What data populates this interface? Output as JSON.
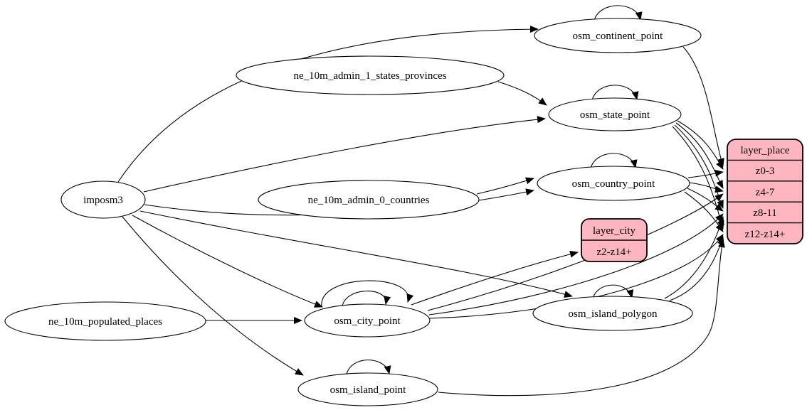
{
  "diagram": {
    "kind": "etl-dependency-graph",
    "colors": {
      "background": "#ffffff",
      "node_fill": "#ffffff",
      "layer_record_fill": "#ffb6c1",
      "stroke": "#000000"
    },
    "nodes": {
      "imposm3": {
        "label": "imposm3"
      },
      "ne_10m_admin_1_states_provinces": {
        "label": "ne_10m_admin_1_states_provinces"
      },
      "ne_10m_admin_0_countries": {
        "label": "ne_10m_admin_0_countries"
      },
      "ne_10m_populated_places": {
        "label": "ne_10m_populated_places"
      },
      "osm_continent_point": {
        "label": "osm_continent_point"
      },
      "osm_state_point": {
        "label": "osm_state_point"
      },
      "osm_country_point": {
        "label": "osm_country_point"
      },
      "osm_city_point": {
        "label": "osm_city_point"
      },
      "osm_island_polygon": {
        "label": "osm_island_polygon"
      },
      "osm_island_point": {
        "label": "osm_island_point"
      },
      "layer_city": {
        "title": "layer_city",
        "rows": [
          "z2-z14+"
        ]
      },
      "layer_place": {
        "title": "layer_place",
        "rows": [
          "z0-3",
          "z4-7",
          "z8-11",
          "z12-z14+"
        ]
      }
    },
    "edges": [
      {
        "from": "imposm3",
        "to": "osm_continent_point"
      },
      {
        "from": "imposm3",
        "to": "osm_state_point"
      },
      {
        "from": "imposm3",
        "to": "osm_country_point"
      },
      {
        "from": "imposm3",
        "to": "osm_city_point"
      },
      {
        "from": "imposm3",
        "to": "osm_island_polygon"
      },
      {
        "from": "imposm3",
        "to": "osm_island_point"
      },
      {
        "from": "ne_10m_admin_1_states_provinces",
        "to": "osm_state_point"
      },
      {
        "from": "ne_10m_admin_0_countries",
        "to": "osm_country_point"
      },
      {
        "from": "ne_10m_populated_places",
        "to": "osm_city_point"
      },
      {
        "from": "osm_continent_point",
        "to": "osm_continent_point"
      },
      {
        "from": "osm_state_point",
        "to": "osm_state_point"
      },
      {
        "from": "osm_country_point",
        "to": "osm_country_point"
      },
      {
        "from": "osm_city_point",
        "to": "osm_city_point"
      },
      {
        "from": "osm_city_point",
        "to": "osm_city_point"
      },
      {
        "from": "osm_island_polygon",
        "to": "osm_island_polygon"
      },
      {
        "from": "osm_island_point",
        "to": "osm_island_point"
      },
      {
        "from": "osm_continent_point",
        "to": "layer_place",
        "port": "z0-3"
      },
      {
        "from": "osm_state_point",
        "to": "layer_place",
        "port": "z0-3"
      },
      {
        "from": "osm_country_point",
        "to": "layer_place",
        "port": "z0-3"
      },
      {
        "from": "osm_state_point",
        "to": "layer_place",
        "port": "z4-7"
      },
      {
        "from": "osm_country_point",
        "to": "layer_place",
        "port": "z4-7"
      },
      {
        "from": "osm_city_point",
        "to": "layer_place",
        "port": "z4-7"
      },
      {
        "from": "osm_state_point",
        "to": "layer_place",
        "port": "z8-11"
      },
      {
        "from": "osm_country_point",
        "to": "layer_place",
        "port": "z8-11"
      },
      {
        "from": "osm_city_point",
        "to": "layer_place",
        "port": "z8-11"
      },
      {
        "from": "osm_island_polygon",
        "to": "layer_place",
        "port": "z8-11"
      },
      {
        "from": "osm_state_point",
        "to": "layer_place",
        "port": "z12-z14+"
      },
      {
        "from": "osm_country_point",
        "to": "layer_place",
        "port": "z12-z14+"
      },
      {
        "from": "osm_city_point",
        "to": "layer_place",
        "port": "z12-z14+"
      },
      {
        "from": "osm_island_polygon",
        "to": "layer_place",
        "port": "z12-z14+"
      },
      {
        "from": "osm_island_point",
        "to": "layer_place",
        "port": "z12-z14+"
      },
      {
        "from": "osm_city_point",
        "to": "layer_city",
        "port": "z2-z14+"
      }
    ]
  }
}
